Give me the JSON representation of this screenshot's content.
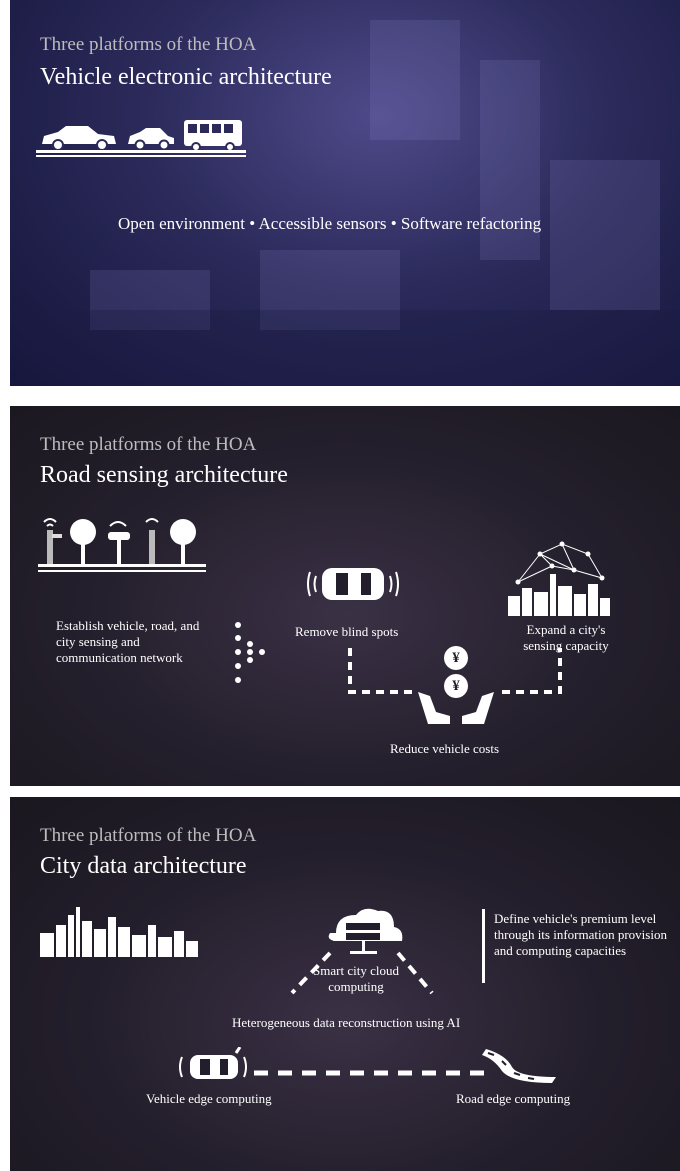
{
  "panel1": {
    "subtitle": "Three platforms of the HOA",
    "title": "Vehicle electronic architecture",
    "tagline": "Open environment • Accessible sensors • Software refactoring"
  },
  "panel2": {
    "subtitle": "Three platforms of the HOA",
    "title": "Road sensing architecture",
    "establish": "Establish vehicle, road, and city sensing and communication network",
    "blind_spots": "Remove blind spots",
    "expand": "Expand a city's sensing capacity",
    "reduce": "Reduce vehicle costs",
    "currency_symbol": "¥"
  },
  "panel3": {
    "subtitle": "Three platforms of the HOA",
    "title": "City data architecture",
    "define": "Define vehicle's premium level through its information provision and computing capacities",
    "cloud": "Smart city cloud computing",
    "hetero": "Heterogeneous data reconstruction using AI",
    "vehicle_edge": "Vehicle edge computing",
    "road_edge": "Road edge computing"
  },
  "colors": {
    "panel1_bg": "#2b2a5a",
    "panel_dark_bg": "#231e2b",
    "text": "#ffffff",
    "subtitle": "#bdbdbd"
  },
  "icons": [
    "cars-bus-icon",
    "street-trees-icon",
    "car-sensor-icon",
    "city-network-icon",
    "hands-yen-icon",
    "cloud-server-icon",
    "city-skyline-icon",
    "road-icon"
  ]
}
